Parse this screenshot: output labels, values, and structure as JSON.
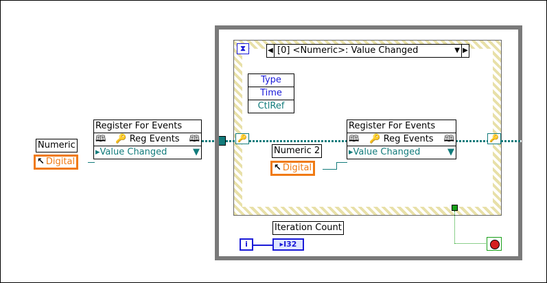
{
  "controls": {
    "numeric": {
      "label": "Numeric",
      "display": "Digital"
    },
    "numeric2": {
      "label": "Numeric 2",
      "display": "Digital"
    }
  },
  "register_events": {
    "title": "Register For Events",
    "reg_label": "Reg Events",
    "event_label": "Value Changed"
  },
  "event_structure": {
    "case_selector": "[0] <Numeric>: Value Changed",
    "data_items": [
      "Type",
      "Time",
      "CtlRef"
    ]
  },
  "loop": {
    "iteration_label": "Iteration Count",
    "iteration_terminal": "i",
    "iteration_type": "I32"
  },
  "colors": {
    "control": "#f07a12",
    "event_wire": "#127b7b",
    "loop_frame": "#7a7a7a",
    "stop": "#d61f1f"
  }
}
